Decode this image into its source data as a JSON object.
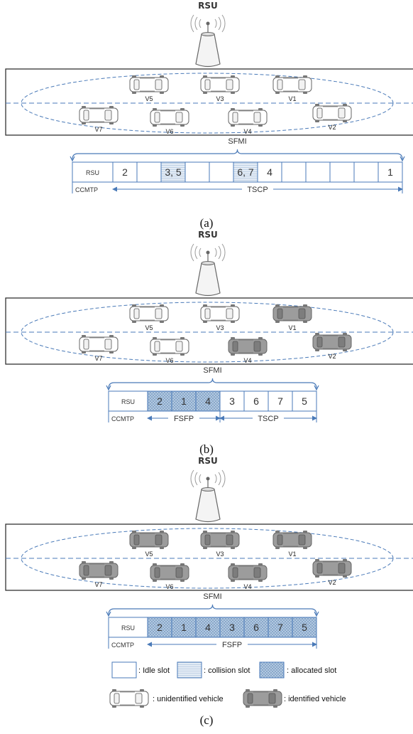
{
  "rsu_label": "RSU",
  "vehicles": [
    "V5",
    "V3",
    "V1",
    "V7",
    "V6",
    "V4",
    "V2"
  ],
  "frame_label": "SFMI",
  "rsu_slot_label": "RSU",
  "ccmtp_label": "CCMTP",
  "panels": [
    {
      "caption": "(a)",
      "identified": [],
      "slots": [
        {
          "text": "2",
          "type": "idle"
        },
        {
          "text": "",
          "type": "idle"
        },
        {
          "text": "3, 5",
          "type": "collision"
        },
        {
          "text": "",
          "type": "idle"
        },
        {
          "text": "",
          "type": "idle"
        },
        {
          "text": "6, 7",
          "type": "collision"
        },
        {
          "text": "4",
          "type": "idle"
        },
        {
          "text": "",
          "type": "idle"
        },
        {
          "text": "",
          "type": "idle"
        },
        {
          "text": "",
          "type": "idle"
        },
        {
          "text": "",
          "type": "idle"
        },
        {
          "text": "1",
          "type": "idle"
        }
      ],
      "period_labels": [
        "TSCP"
      ]
    },
    {
      "caption": "(b)",
      "identified": [
        "V1",
        "V4",
        "V2"
      ],
      "slots": [
        {
          "text": "2",
          "type": "allocated"
        },
        {
          "text": "1",
          "type": "allocated"
        },
        {
          "text": "4",
          "type": "allocated"
        },
        {
          "text": "3",
          "type": "idle"
        },
        {
          "text": "6",
          "type": "idle"
        },
        {
          "text": "7",
          "type": "idle"
        },
        {
          "text": "5",
          "type": "idle"
        }
      ],
      "period_labels": [
        "FSFP",
        "TSCP"
      ]
    },
    {
      "caption": "(c)",
      "identified": [
        "V5",
        "V3",
        "V1",
        "V7",
        "V6",
        "V4",
        "V2"
      ],
      "slots": [
        {
          "text": "2",
          "type": "allocated"
        },
        {
          "text": "1",
          "type": "allocated"
        },
        {
          "text": "4",
          "type": "allocated"
        },
        {
          "text": "3",
          "type": "allocated"
        },
        {
          "text": "6",
          "type": "allocated"
        },
        {
          "text": "7",
          "type": "allocated"
        },
        {
          "text": "5",
          "type": "allocated"
        }
      ],
      "period_labels": [
        "FSFP"
      ]
    }
  ],
  "legend": {
    "idle": ": Idle slot",
    "collision": ": collision slot",
    "allocated": ": allocated slot",
    "unidentified": ": unidentified vehicle",
    "identified": ": identified vehicle"
  },
  "colors": {
    "line": "#4a7ab8",
    "allocated_fill": "#b8cde3",
    "collision_fill": "#dde8f3",
    "car_identified": "#9a9a9a",
    "car_unidentified": "#ffffff"
  }
}
